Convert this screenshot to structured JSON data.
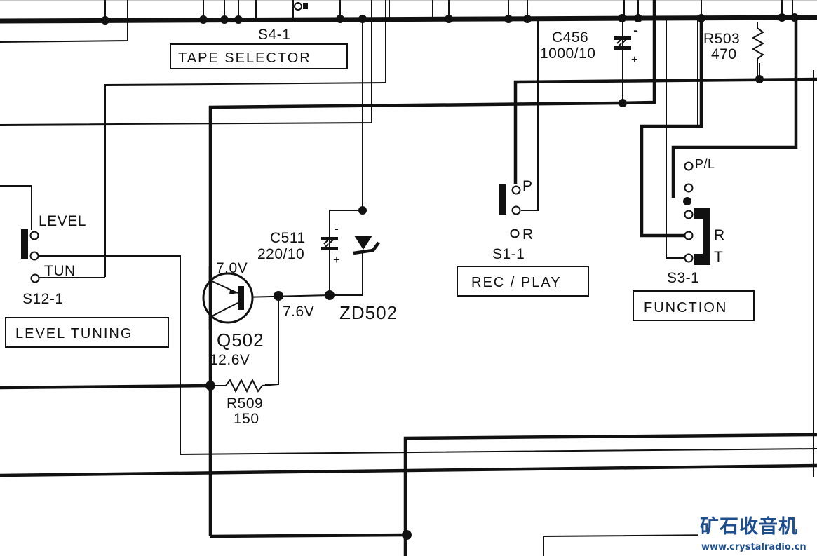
{
  "diagram": {
    "type": "electronic schematic",
    "switches": [
      {
        "ref": "S4-1",
        "name": "TAPE SELECTOR"
      },
      {
        "ref": "S12-1",
        "name": "LEVEL TUNING",
        "positions": [
          "LEVEL",
          "TUN"
        ]
      },
      {
        "ref": "S1-1",
        "name": "REC / PLAY",
        "positions": [
          "P",
          "R"
        ]
      },
      {
        "ref": "S3-1",
        "name": "FUNCTION",
        "positions": [
          "P/L",
          "R",
          "T"
        ]
      }
    ],
    "components": {
      "c456": {
        "ref": "C456",
        "value": "1000/10",
        "minus": "-",
        "plus": "+"
      },
      "r503": {
        "ref": "R503",
        "value": "470"
      },
      "c511": {
        "ref": "C511",
        "value": "220/10",
        "minus": "-",
        "plus": "+"
      },
      "zd502": {
        "ref": "ZD502"
      },
      "q502": {
        "ref": "Q502",
        "v_emitter": "7.0V",
        "v_base": "7.6V",
        "v_collector": "12.6V"
      },
      "r509": {
        "ref": "R509",
        "value": "150"
      }
    }
  },
  "labels": {
    "s4": "S4-1",
    "tape_selector": "TAPE SELECTOR",
    "level": "LEVEL",
    "tun": "TUN",
    "s12": "S12-1",
    "level_tuning": "LEVEL TUNING",
    "c456_ref": "C456",
    "c456_val": "1000/10",
    "r503_ref": "R503",
    "r503_val": "470",
    "c511_ref": "C511",
    "c511_val": "220/10",
    "zd502": "ZD502",
    "q502": "Q502",
    "v70": "7.0V",
    "v76": "7.6V",
    "v126": "12.6V",
    "r509_ref": "R509",
    "r509_val": "150",
    "p": "P",
    "r": "R",
    "s1": "S1-1",
    "rec_play": "REC / PLAY",
    "pl": "P/L",
    "r_func": "R",
    "t_func": "T",
    "s3": "S3-1",
    "function": "FUNCTION",
    "minus": "-",
    "plus": "+"
  },
  "watermark": {
    "title": "矿石收音机",
    "url": "www.crystalradio.cn",
    "color": "#1f4e8c"
  }
}
